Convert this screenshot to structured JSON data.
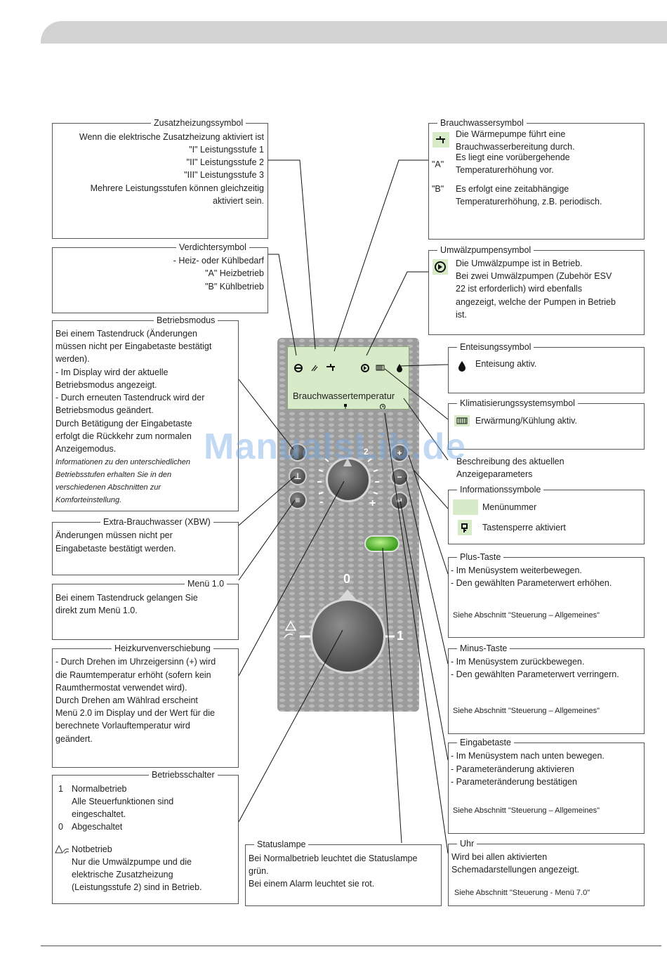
{
  "boxes": {
    "zusatz": {
      "title": "Zusatzheizungssymbol",
      "l1": "Wenn die elektrische Zusatzheizung aktiviert ist",
      "s1": "\"I\"   Leistungsstufe 1",
      "s2": "\"II\"   Leistungsstufe 2",
      "s3": "\"III\"   Leistungsstufe 3",
      "l5": "Mehrere Leistungsstufen können gleichzeitig",
      "l6": "aktiviert sein."
    },
    "verdichter": {
      "title": "Verdichtersymbol",
      "l1": "- Heiz- oder Kühlbedarf",
      "l2": "\"A\" Heizbetrieb",
      "l3": "\"B\" Kühlbetrieb"
    },
    "betriebsmodus": {
      "title": "Betriebsmodus",
      "l1": "Bei einem Tastendruck (Änderungen",
      "l2": "müssen nicht per Eingabetaste bestätigt",
      "l3": "werden).",
      "l4": "- Im Display wird der aktuelle",
      "l5": "Betriebsmodus angezeigt.",
      "l6": "- Durch erneuten Tastendruck wird der",
      "l7": "Betriebsmodus geändert.",
      "l8": "Durch Betätigung der Eingabetaste",
      "l9": "erfolgt die Rückkehr zum normalen",
      "l10": "Anzeigemodus.",
      "i1": "Informationen zu den unterschiedlichen",
      "i2": "Betriebsstufen erhalten Sie in den",
      "i3": "verschiedenen Abschnitten zur",
      "i4": "Komforteinstellung."
    },
    "xbw": {
      "title": "Extra-Brauchwasser (XBW)",
      "l1": "Änderungen müssen nicht per",
      "l2": "Eingabetaste bestätigt werden."
    },
    "menu10": {
      "title": "Menü 1.0",
      "l1": "Bei einem Tastendruck gelangen Sie",
      "l2": "direkt zum Menü 1.0."
    },
    "heizkurve": {
      "title": "Heizkurvenverschiebung",
      "l1": "- Durch Drehen im Uhrzeigersinn (+) wird",
      "l2": "die Raumtemperatur erhöht (sofern kein",
      "l3": "Raumthermostat verwendet wird).",
      "l4": "Durch Drehen am Wählrad erscheint",
      "l5": "Menü 2.0 im Display und der Wert für die",
      "l6": "berechnete Vorlauftemperatur wird",
      "l7": "geändert."
    },
    "betriebsschalter": {
      "title": "Betriebsschalter",
      "n1": "1",
      "l1": "Normalbetrieb",
      "l2": "Alle Steuerfunktionen sind",
      "l3": "eingeschaltet.",
      "n2": "0",
      "l4": "Abgeschaltet",
      "l5": "Notbetrieb",
      "l6": "Nur die Umwälzpumpe und die",
      "l7": "elektrische Zusatzheizung",
      "l8": "(Leistungsstufe 2) sind in Betrieb."
    },
    "statuslampe": {
      "title": "Statuslampe",
      "l1": "Bei Normalbetrieb leuchtet die Statuslampe",
      "l2": "grün.",
      "l3": "Bei einem Alarm leuchtet sie rot."
    },
    "brauchwasser": {
      "title": "Brauchwassersymbol",
      "l1": "Die Wärmepumpe führt eine",
      "l2": "Brauchwasserbereitung durch.",
      "a": "\"A\"",
      "l3": "Es liegt eine vorübergehende",
      "l4": "Temperaturerhöhung vor.",
      "b": "\"B\"",
      "l5": "Es erfolgt eine zeitabhängige",
      "l6": "Temperaturerhöhung, z.B. periodisch."
    },
    "umwaelz": {
      "title": "Umwälzpumpensymbol",
      "l1": "Die Umwälzpumpe ist in Betrieb.",
      "l2": "Bei zwei Umwälzpumpen (Zubehör ESV",
      "l3": "22 ist erforderlich) wird ebenfalls",
      "l4": "angezeigt, welche der Pumpen in Betrieb",
      "l5": "ist."
    },
    "enteisung": {
      "title": "Enteisungssymbol",
      "l1": "Enteisung aktiv."
    },
    "klima": {
      "title": "Klimatisierungssystemsymbol",
      "l1": "Erwärmung/Kühlung aktiv."
    },
    "beschreibung": {
      "l1": "Beschreibung des aktuellen",
      "l2": "Anzeigeparameters"
    },
    "infosym": {
      "title": "Informationssymbole",
      "l1": "Menünummer",
      "l2": "Tastensperre aktiviert"
    },
    "plus": {
      "title": "Plus-Taste",
      "l1": "- Im Menüsystem weiterbewegen.",
      "l2": "- Den gewählten Parameterwert erhöhen.",
      "s": "Siehe Abschnitt \"Steuerung – Allgemeines\""
    },
    "minus": {
      "title": "Minus-Taste",
      "l1": "- Im Menüsystem zurückbewegen.",
      "l2": "- Den gewählten Parameterwert verringern.",
      "s": "Siehe Abschnitt \"Steuerung – Allgemeines\""
    },
    "eingabe": {
      "title": "Eingabetaste",
      "l1": "- Im Menüsystem nach unten bewegen.",
      "l2": "- Parameteränderung aktivieren",
      "l3": "- Parameteränderung bestätigen",
      "s": "Siehe Abschnitt \"Steuerung – Allgemeines\""
    },
    "uhr": {
      "title": "Uhr",
      "l1": "Wird bei allen aktivierten",
      "l2": "Schemadarstellungen angezeigt.",
      "s": "Siehe Abschnitt \"Steuerung - Menü 7.0\""
    }
  },
  "display": {
    "text": "Brauchwassertemperatur"
  },
  "panel": {
    "knob_label_0": "0",
    "knob_label_1": "1",
    "dial_minus": "-",
    "dial_plus": "+",
    "dial_2": "2",
    "btn_minus": "−",
    "btn_enter": "↵"
  },
  "watermark": "ManualsLib.de",
  "colors": {
    "display": "#d7ebc8",
    "lamp": "#3fa020",
    "panel": "#9c9c9c"
  }
}
